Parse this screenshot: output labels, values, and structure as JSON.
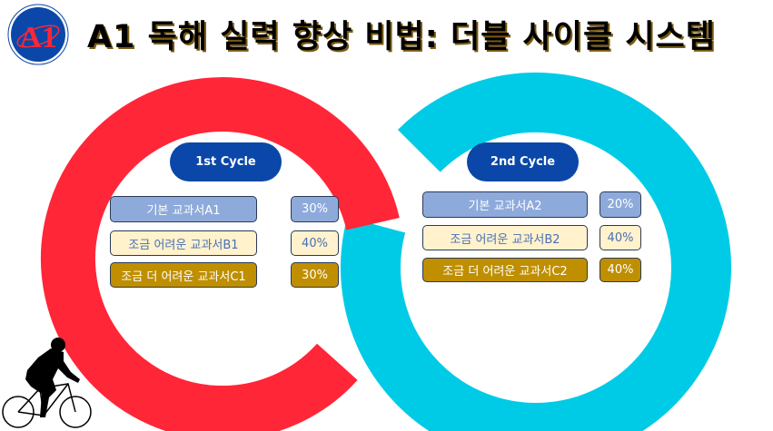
{
  "title": "A1 독해 실력 향상 비법: 더블 사이클 시스템",
  "logo": {
    "text": "A1"
  },
  "colors": {
    "red_ring": "#ff2638",
    "cyan_ring": "#00cbe6",
    "pill": "#0a47a8",
    "basic": "#8eaadb",
    "medium": "#fff2cc",
    "hard": "#bf8f00"
  },
  "cycles": [
    {
      "label": "1st Cycle",
      "rows": [
        {
          "book": "기본 교과서A1",
          "percent": "30%"
        },
        {
          "book": "조금 어려운 교과서B1",
          "percent": "40%"
        },
        {
          "book": "조금 더 어려운 교과서C1",
          "percent": "30%"
        }
      ]
    },
    {
      "label": "2nd Cycle",
      "rows": [
        {
          "book": "기본 교과서A2",
          "percent": "20%"
        },
        {
          "book": "조금 어려운 교과서B2",
          "percent": "40%"
        },
        {
          "book": "조금 더 어려운 교과서C2",
          "percent": "40%"
        }
      ]
    }
  ]
}
